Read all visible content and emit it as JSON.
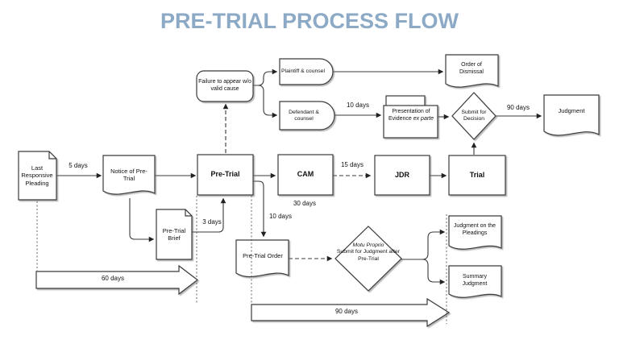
{
  "title": {
    "text": "PRE-TRIAL PROCESS FLOW"
  },
  "colors": {
    "title": "#8CA9C5",
    "line": "#3a3a3a",
    "background": "#ffffff"
  },
  "nodes": {
    "last_responsive_pleading": "Last Responsive Pleading",
    "notice_of_pretrial": "Notice of Pre-Trial",
    "pretrial_brief": "Pre-Trial Brief",
    "pretrial": "Pre-Trial",
    "failure_to_appear": "Failure to appear w/o valid cause",
    "plaintiff_counsel": "Plaintiff & counsel",
    "defendant_counsel": "Defendant & counsel",
    "order_of_dismissal": "Order of Dismissal",
    "presentation_of_evidence": {
      "main": "Presentation of Evidence",
      "italic": "ex parte"
    },
    "submit_for_decision": "Submit for Decision",
    "judgment": "Judgment",
    "cam": "CAM",
    "jdr": "JDR",
    "trial": "Trial",
    "pretrial_order": "Pre-Trial Order",
    "motu_proprio": {
      "italic": "Motu Proprio",
      "rest": "Submit for Judgment after Pre-Trial"
    },
    "judgment_on_pleadings": "Judgment on the Pleadings",
    "summary_judgment": "Summary Judgment"
  },
  "edge_labels": {
    "lrp_to_notice": "5 days",
    "brief_to_pretrial": "3 days",
    "defendant_to_presentation": "10 days",
    "pretrial_to_order": "10 days",
    "cam_to_jdr": "15 days",
    "cam_duration": "30 days",
    "decision_to_judgment": "90 days",
    "timeline_60": "60 days",
    "timeline_90": "90 days"
  }
}
